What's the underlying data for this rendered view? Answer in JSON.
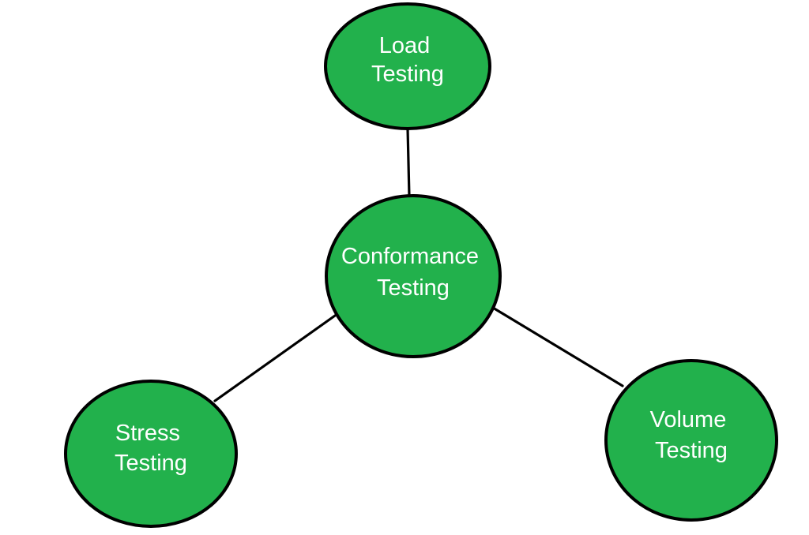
{
  "diagram": {
    "type": "node-link",
    "description": "Four green ellipses connected by black lines; central node linked to three outer nodes",
    "nodes": [
      {
        "id": "load-testing",
        "label": "Load Testing",
        "line1": "Load",
        "line2": "Testing"
      },
      {
        "id": "conformance-testing",
        "label": "Conformance Testing",
        "line1": "Conformance",
        "line2": "Testing"
      },
      {
        "id": "stress-testing",
        "label": "Stress Testing",
        "line1": "Stress",
        "line2": "Testing"
      },
      {
        "id": "volume-testing",
        "label": "Volume Testing",
        "line1": "Volume",
        "line2": "Testing"
      }
    ],
    "edges": [
      {
        "from": "conformance-testing",
        "to": "load-testing"
      },
      {
        "from": "conformance-testing",
        "to": "stress-testing"
      },
      {
        "from": "conformance-testing",
        "to": "volume-testing"
      }
    ]
  },
  "colors": {
    "background": "#FFFFFF",
    "node_fill": "#22B14C",
    "node_border": "#000000",
    "edge": "#000000",
    "label_text": "#FFFFFF"
  }
}
